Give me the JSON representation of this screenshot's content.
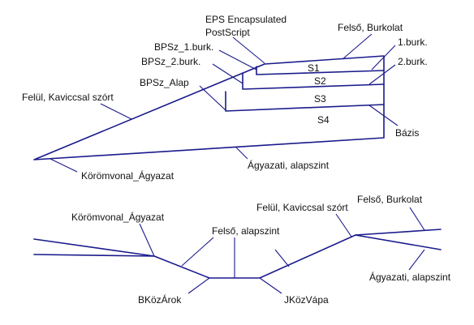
{
  "upper": {
    "eps_line1": "EPS Encapsulated",
    "eps_line2": "PostScript",
    "felso_burkolat": "Felső, Burkolat",
    "burk1": "1.burk.",
    "burk2": "2.burk.",
    "bpsz1": "BPSz_1.burk.",
    "bpsz2": "BPSz_2.burk.",
    "bpsz_alap": "BPSz_Alap",
    "felul_kavics": "Felül, Kaviccsal szórt",
    "s1": "S1",
    "s2": "S2",
    "s3": "S3",
    "s4": "S4",
    "bazis": "Bázis",
    "agyazati": "Ágyazati, alapszint",
    "koromvonal": "Körömvonal_Ágyazat"
  },
  "lower": {
    "koromvonal": "Körömvonal_Ágyazat",
    "felul_kavics": "Felül, Kaviccsal szórt",
    "felso_burkolat": "Felső, Burkolat",
    "felso_alapszint": "Felső, alapszint",
    "agyazati": "Ágyazati, alapszint",
    "bkozarok": "BKözÁrok",
    "jkozvapa": "JKözVápa"
  }
}
